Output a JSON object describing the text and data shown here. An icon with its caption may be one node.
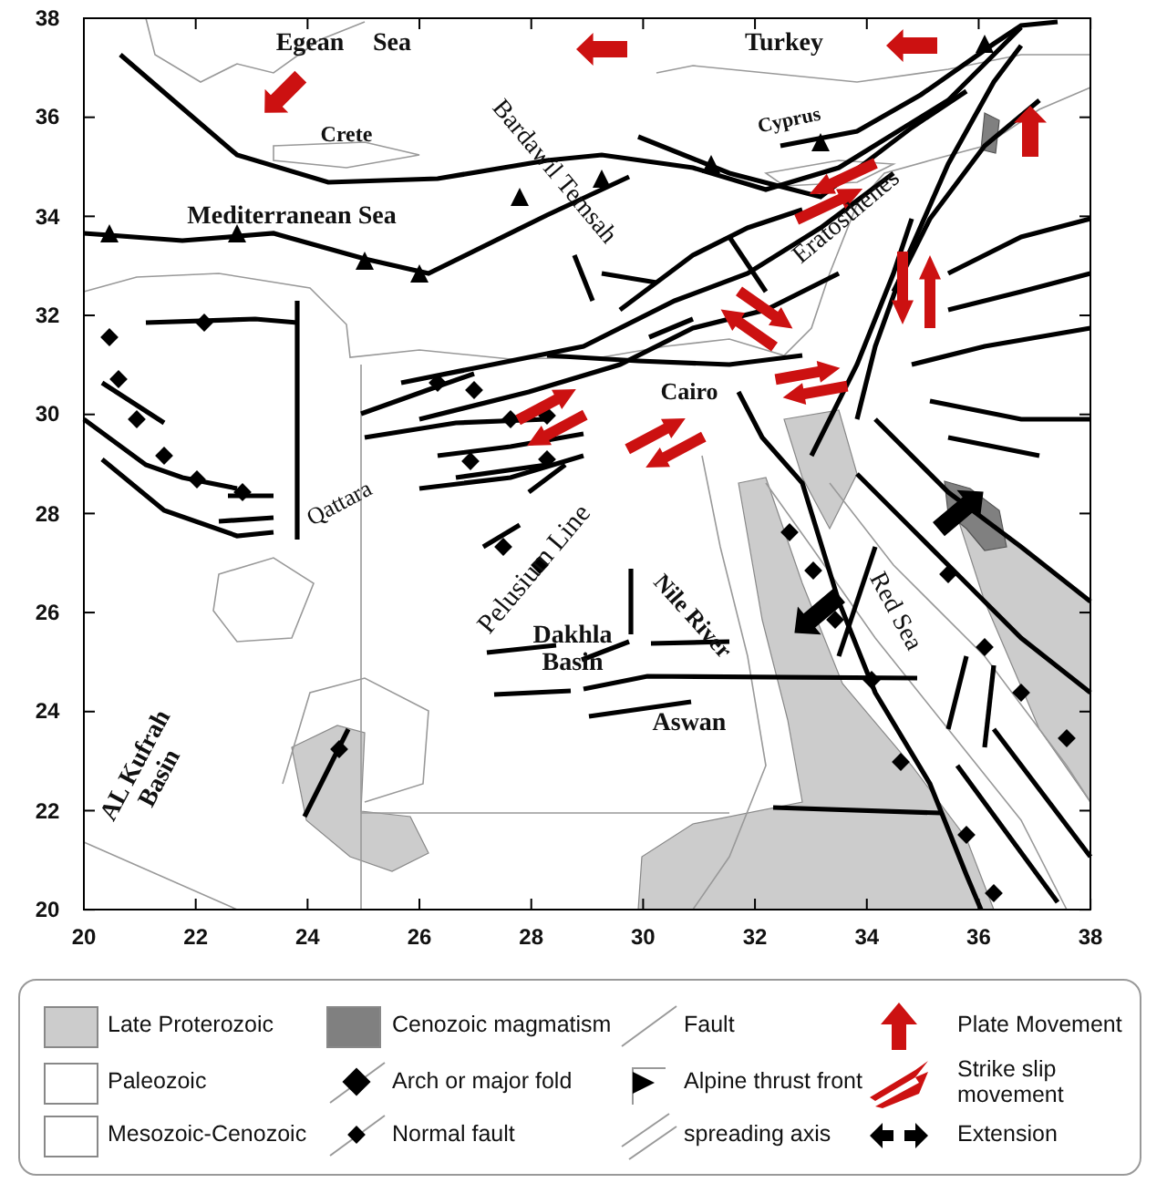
{
  "diagram": {
    "labels": [
      "Egean",
      "Sea",
      "Turkey",
      "Crete",
      "Cyprus",
      "Bardawil Temsah",
      "Mediterranean Sea",
      "Eratosthenes",
      "Cairo",
      "Qattara",
      "Pelusium Line",
      "Nile River",
      "Red Sea",
      "Dakhla Basin",
      "Aswan",
      "AL Kufrah Basin",
      "38",
      "36",
      "34",
      "32",
      "30",
      "28",
      "26",
      "24",
      "22",
      "20",
      "20",
      "22",
      "24",
      "26",
      "28",
      "30",
      "32",
      "34",
      "36",
      "38"
    ],
    "legend": [
      {
        "text": "Late Proterozoic",
        "color": "#cccccc"
      },
      {
        "text": "Paleozoic",
        "color": "#ffffff"
      },
      {
        "text": "Mesozoic-Cenozoic",
        "color": "#ffffff"
      },
      {
        "text": "Cenozoic magmatism",
        "color": "#808080"
      },
      {
        "text": "Arch or major fold"
      },
      {
        "text": "Normal fault"
      },
      {
        "text": "Fault"
      },
      {
        "text": "Alpine thrust front"
      },
      {
        "text": "spreading axis"
      },
      {
        "text": "Plate Movement"
      },
      {
        "text": "Strike slip movement"
      },
      {
        "text": "Extension"
      }
    ]
  }
}
